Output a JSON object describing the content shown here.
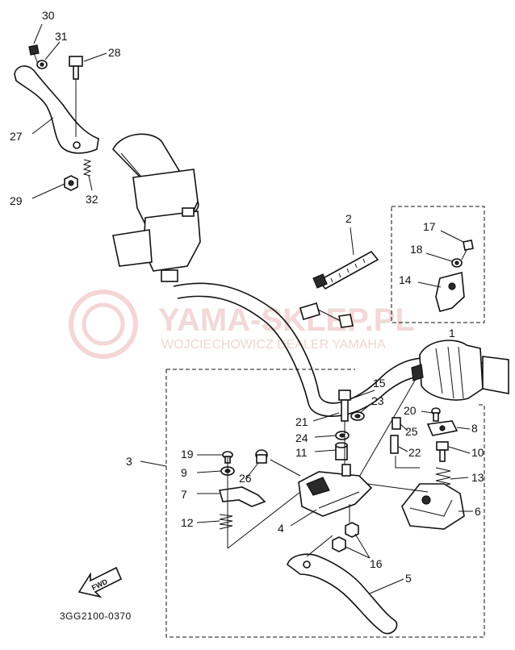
{
  "diagram": {
    "code": "3GG2100-0370",
    "fwd": "FWD",
    "watermark": {
      "brand": "YAMA-SKLEP.PL",
      "sub": "WOJCIECHOWICZ DEALER YAMAHA"
    },
    "callouts": [
      {
        "id": "c30",
        "text": "30"
      },
      {
        "id": "c31",
        "text": "31"
      },
      {
        "id": "c28",
        "text": "28"
      },
      {
        "id": "c27",
        "text": "27"
      },
      {
        "id": "c29",
        "text": "29"
      },
      {
        "id": "c32",
        "text": "32"
      },
      {
        "id": "c2",
        "text": "2"
      },
      {
        "id": "c17",
        "text": "17"
      },
      {
        "id": "c18",
        "text": "18"
      },
      {
        "id": "c14",
        "text": "14"
      },
      {
        "id": "c1",
        "text": "1"
      },
      {
        "id": "c15",
        "text": "15"
      },
      {
        "id": "c23",
        "text": "23"
      },
      {
        "id": "c21",
        "text": "21"
      },
      {
        "id": "c24",
        "text": "24"
      },
      {
        "id": "c11",
        "text": "11"
      },
      {
        "id": "c20",
        "text": "20"
      },
      {
        "id": "c25",
        "text": "25"
      },
      {
        "id": "c8",
        "text": "8"
      },
      {
        "id": "c22",
        "text": "22"
      },
      {
        "id": "c10",
        "text": "10"
      },
      {
        "id": "c13",
        "text": "13"
      },
      {
        "id": "c3",
        "text": "3"
      },
      {
        "id": "c19",
        "text": "19"
      },
      {
        "id": "c9",
        "text": "9"
      },
      {
        "id": "c26",
        "text": "26"
      },
      {
        "id": "c7",
        "text": "7"
      },
      {
        "id": "c6",
        "text": "6"
      },
      {
        "id": "c12",
        "text": "12"
      },
      {
        "id": "c4",
        "text": "4"
      },
      {
        "id": "c16",
        "text": "16"
      },
      {
        "id": "c5",
        "text": "5"
      }
    ]
  }
}
